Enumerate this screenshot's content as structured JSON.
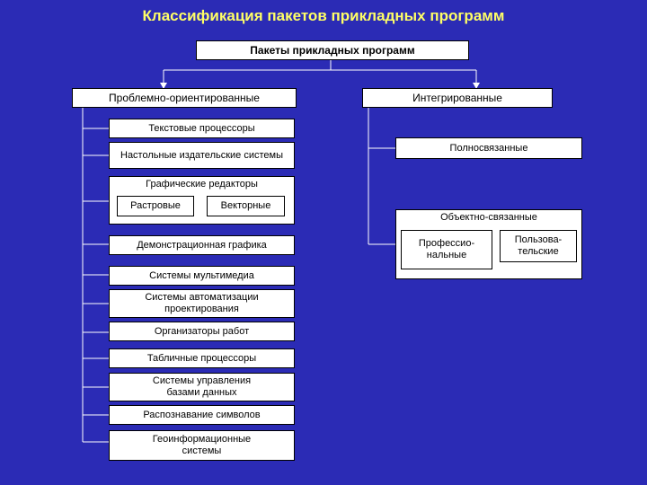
{
  "title": "Классификация пакетов прикладных программ",
  "root": "Пакеты прикладных программ",
  "left_branch": {
    "label": "Проблемно-ориентированные",
    "items": {
      "text": "Текстовые процессоры",
      "desktop": "Настольные издательские системы",
      "graphics": "Графические редакторы",
      "raster": "Растровые",
      "vector": "Векторные",
      "demo": "Демонстрационная графика",
      "multimedia": "Системы мультимедиа",
      "cad_1": "Системы автоматизации",
      "cad_2": "проектирования",
      "organizers": "Организаторы работ",
      "spreadsheets": "Табличные процессоры",
      "dbms_1": "Системы управления",
      "dbms_2": "базами данных",
      "ocr": "Распознавание символов",
      "gis_1": "Геоинформационные",
      "gis_2": "системы"
    }
  },
  "right_branch": {
    "label": "Интегрированные",
    "items": {
      "fully": "Полносвязанные",
      "object": "Объектно-связанные",
      "prof_1": "Профессио-",
      "prof_2": "нальные",
      "user_1": "Пользова-",
      "user_2": "тельские"
    }
  },
  "colors": {
    "background": "#2b2bb5",
    "title": "#ffff66",
    "box": "#ffffff",
    "connector": "#ffffff"
  }
}
